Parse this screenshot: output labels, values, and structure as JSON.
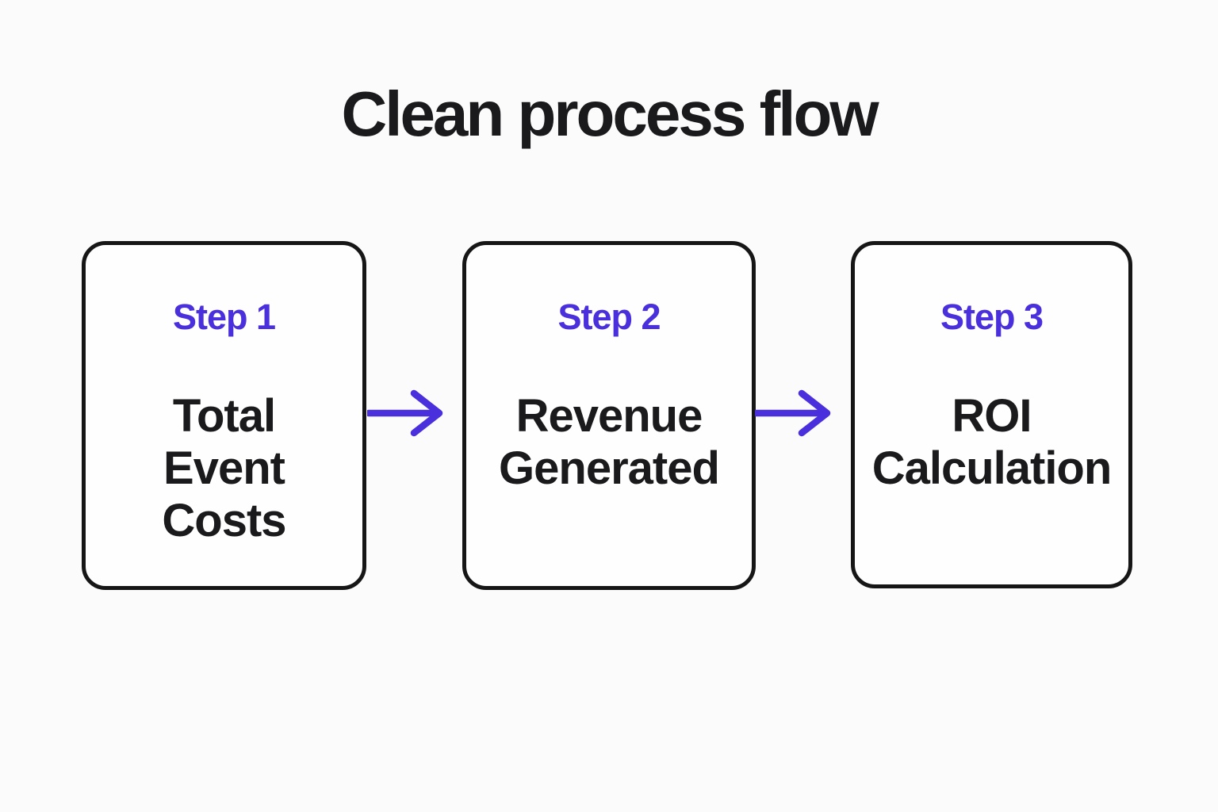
{
  "title": "Clean process flow",
  "colors": {
    "accent": "#4a30dc",
    "text": "#1a1a1c",
    "box_border": "#161616",
    "box_fill": "#fefefe",
    "background": "#fbfbfb"
  },
  "steps": [
    {
      "label": "Step 1",
      "lines": [
        "Total",
        "Event",
        "Costs"
      ]
    },
    {
      "label": "Step 2",
      "lines": [
        "Revenue",
        "Generated"
      ]
    },
    {
      "label": "Step 3",
      "lines": [
        "ROI",
        "Calculation"
      ]
    }
  ],
  "arrows": [
    {
      "name": "flow-arrow-1",
      "direction": "right"
    },
    {
      "name": "flow-arrow-2",
      "direction": "right"
    }
  ]
}
